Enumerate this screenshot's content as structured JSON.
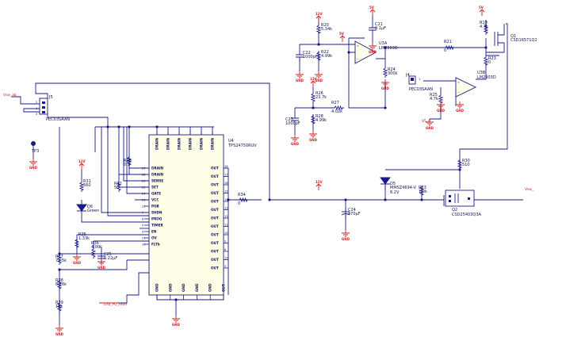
{
  "parts": {
    "U4": {
      "ref": "U4",
      "value": "TPS24750RUV"
    },
    "U3A": {
      "ref": "U3A",
      "value": "LM2903D"
    },
    "U3B": {
      "ref": "U3B",
      "value": "LM2903D"
    },
    "J5": {
      "ref": "J5",
      "value": "PEC03SAAN"
    },
    "J4": {
      "ref": "J4",
      "value": "PEC03SAAN"
    },
    "Q1": {
      "ref": "Q1",
      "value": "CSD16571Q2"
    },
    "Q2": {
      "ref": "Q2",
      "value": "CSD25403Q3A"
    },
    "D6": {
      "ref": "D6",
      "value": "Green"
    },
    "D5": {
      "ref": "D5",
      "value": "MMSZ4694-V",
      "value2": "8.2V"
    },
    "TP3": {
      "ref": "TP3"
    },
    "R20": {
      "ref": "R20",
      "value": "5.34k"
    },
    "R22": {
      "ref": "R22",
      "value": "4.99k"
    },
    "R24": {
      "ref": "R24",
      "value": "300k"
    },
    "R26": {
      "ref": "R26",
      "value": "23.7k"
    },
    "R27": {
      "ref": "R27",
      "value": "4.02k"
    },
    "R28": {
      "ref": "R28",
      "value": "4.99k"
    },
    "R21": {
      "ref": "R21",
      "value": "0"
    },
    "R19": {
      "ref": "R19",
      "value": "4.7k"
    },
    "R23": {
      "ref": "R23",
      "value": "0"
    },
    "R25": {
      "ref": "R25",
      "value": "4.7k"
    },
    "R29": {
      "ref": "R29",
      "value": "0.1"
    },
    "R32": {
      "ref": "R32",
      "value": "50"
    },
    "R31": {
      "ref": "R31",
      "value": "560"
    },
    "R35": {
      "ref": "R35",
      "value": "1.33k"
    },
    "R36": {
      "ref": "R36",
      "value": "4.99k"
    },
    "R37": {
      "ref": "R37",
      "value": "71.5k"
    },
    "R38": {
      "ref": "R38",
      "value": "8.76k"
    },
    "R39": {
      "ref": "R39",
      "value": "10k"
    },
    "R34": {
      "ref": "R34",
      "value": "0"
    },
    "R33": {
      "ref": "R33",
      "value": "1.0k"
    },
    "R30": {
      "ref": "R30",
      "value": "510"
    },
    "C21": {
      "ref": "C21",
      "value": "0.1µF"
    },
    "C22": {
      "ref": "C22",
      "value": "1000pF"
    },
    "C23": {
      "ref": "C23",
      "value": "1000pF"
    },
    "C24": {
      "ref": "C24",
      "value": "470µF"
    },
    "C25": {
      "ref": "C25",
      "value": "0.22µF"
    }
  },
  "u4_pins_left": [
    {
      "num": "27",
      "name": "DRAIN"
    },
    {
      "num": "28",
      "name": "DRAIN"
    },
    {
      "num": "26",
      "name": "SENSE"
    },
    {
      "num": "25",
      "name": "SET"
    },
    {
      "num": "24",
      "name": "GATE"
    },
    {
      "num": "23",
      "name": "VCC"
    },
    {
      "num": "22",
      "name": "PGB"
    },
    {
      "num": "7",
      "name": "SHDN"
    },
    {
      "num": "6",
      "name": "PROG"
    },
    {
      "num": "5",
      "name": "TIMER"
    },
    {
      "num": "4",
      "name": "EN"
    },
    {
      "num": "21",
      "name": "OV"
    },
    {
      "num": "20",
      "name": "FLTb"
    }
  ],
  "u4_pins_right": [
    {
      "num": "18",
      "name": "OUT"
    },
    {
      "num": "17",
      "name": "OUT"
    },
    {
      "num": "16",
      "name": "OUT"
    },
    {
      "num": "15",
      "name": "OUT"
    },
    {
      "num": "14",
      "name": "OUT"
    },
    {
      "num": "13",
      "name": "OUT"
    },
    {
      "num": "12",
      "name": "OUT"
    },
    {
      "num": "11",
      "name": "OUT"
    },
    {
      "num": "10",
      "name": "OUT"
    },
    {
      "num": "9",
      "name": "OUT"
    },
    {
      "num": "8",
      "name": "OUT"
    },
    {
      "num": "19",
      "name": "OUT"
    },
    {
      "num": "3",
      "name": "OUT"
    }
  ],
  "u4_pins_top": [
    {
      "num": "29",
      "name": "DRAIN"
    },
    {
      "num": "30",
      "name": "DRAIN"
    },
    {
      "num": "31",
      "name": "DRAIN"
    },
    {
      "num": "32",
      "name": "DRAIN"
    },
    {
      "num": "33",
      "name": "DRAIN"
    },
    {
      "num": "34",
      "name": "DRAIN"
    }
  ],
  "u4_pins_bottom": [
    {
      "num": "1",
      "name": "GND"
    },
    {
      "num": "2",
      "name": "GND"
    },
    {
      "num": "35",
      "name": "GND"
    },
    {
      "num": "36",
      "name": "GND"
    },
    {
      "num": "37",
      "name": "GND"
    },
    {
      "num": "38",
      "name": "OUT"
    }
  ],
  "nets": {
    "vin_left": "Vsw_ab",
    "vout_right": "Vsw_",
    "fault": "Ena_PG_Fault",
    "v5_net": "V5_A",
    "v5_net2": "V5_A"
  },
  "power": {
    "v12": "12V",
    "v5": "5V",
    "gnd": "GND"
  },
  "colors": {
    "wire": "#1a1a8c",
    "power": "#c81e1e",
    "ic_fill": "#ffffe8"
  }
}
